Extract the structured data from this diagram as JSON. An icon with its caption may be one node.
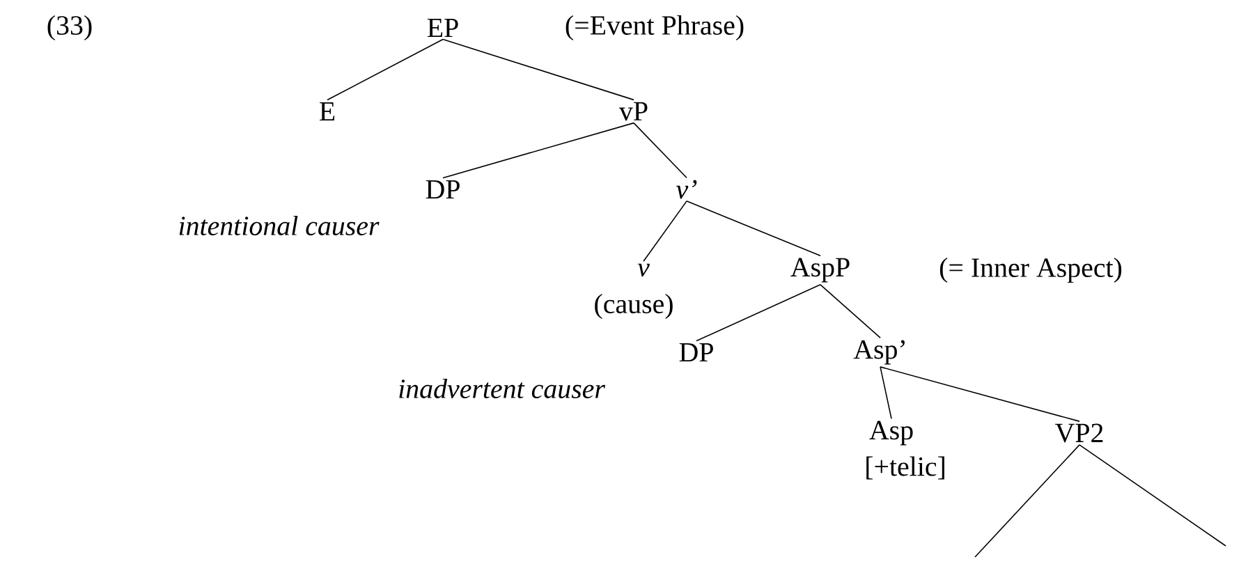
{
  "diagram": {
    "nodes": [
      {
        "text": [
          "EP"
        ],
        "beside": [
          "(=Event Phrase)"
        ]
      },
      {
        "text": [
          "E"
        ]
      },
      {
        "text": [
          "vP"
        ]
      },
      {
        "text": [
          "DP",
          "intentional causer"
        ]
      },
      {
        "text": [
          "v’"
        ]
      },
      {
        "text": [
          "v",
          "(cause)"
        ]
      },
      {
        "text": [
          "AspP"
        ],
        "beside": [
          "(= Inner Aspect)"
        ]
      },
      {
        "text": [
          "DP",
          "inadvertent causer"
        ]
      },
      {
        "text": [
          "Asp’"
        ]
      },
      {
        "text": [
          "Asp",
          "[+telic]"
        ]
      },
      {
        "text": [
          "VP2"
        ]
      }
    ],
    "edges": [
      {
        "from": 0,
        "to": 1,
        "arrow": "none"
      },
      {
        "from": 0,
        "to": 2,
        "arrow": "none"
      },
      {
        "from": 2,
        "to": 3,
        "arrow": "none"
      },
      {
        "from": 2,
        "to": 4,
        "arrow": "none"
      },
      {
        "from": 4,
        "to": 5,
        "arrow": "none"
      },
      {
        "from": 4,
        "to": 6,
        "arrow": "none"
      },
      {
        "from": 6,
        "to": 7,
        "arrow": "none"
      },
      {
        "from": 6,
        "to": 8,
        "arrow": "none"
      },
      {
        "from": 8,
        "to": 9,
        "arrow": "none"
      },
      {
        "from": 8,
        "to": 10,
        "arrow": "none"
      },
      {
        "from": 10,
        "to": null,
        "arrow": "none"
      },
      {
        "from": 10,
        "to": null,
        "arrow": "none"
      }
    ],
    "labels": [
      "(33)"
    ]
  }
}
